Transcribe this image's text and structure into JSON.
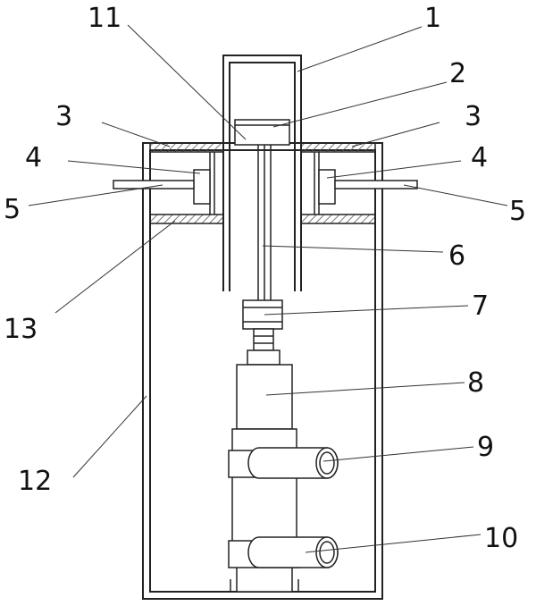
{
  "labels": {
    "l1": "1",
    "l2": "2",
    "l3_left": "3",
    "l3_right": "3",
    "l4_left": "4",
    "l4_right": "4",
    "l5_left": "5",
    "l5_right": "5",
    "l6": "6",
    "l7": "7",
    "l8": "8",
    "l9": "9",
    "l10": "10",
    "l11": "11",
    "l12": "12",
    "l13": "13"
  },
  "colors": {
    "line": "#222222",
    "hatch": "#666666",
    "background": "#ffffff"
  }
}
